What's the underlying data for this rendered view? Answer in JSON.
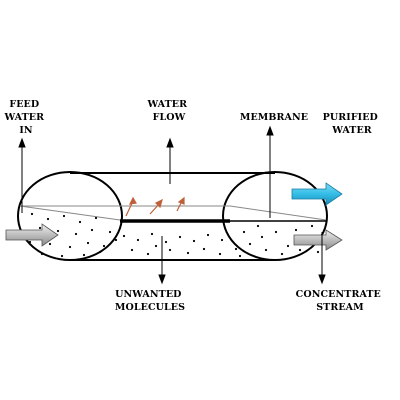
{
  "labels": {
    "feed_water_in": [
      "FEED",
      "WATER",
      "IN"
    ],
    "water_flow": [
      "WATER",
      "FLOW"
    ],
    "membrane": "MEMBRANE",
    "purified_water": [
      "PURIFIED",
      "WATER"
    ],
    "unwanted_molecules": [
      "UNWANTED",
      "MOLECULES"
    ],
    "concentrate_stream": [
      "CONCENTRATE",
      "STREAM"
    ]
  },
  "colors": {
    "outline": "#000000",
    "purified_arrow": "#33bde6",
    "feed_arrow": "#c9c9c9",
    "permeation_arrows": "#c0603a",
    "dots": "#000000"
  }
}
